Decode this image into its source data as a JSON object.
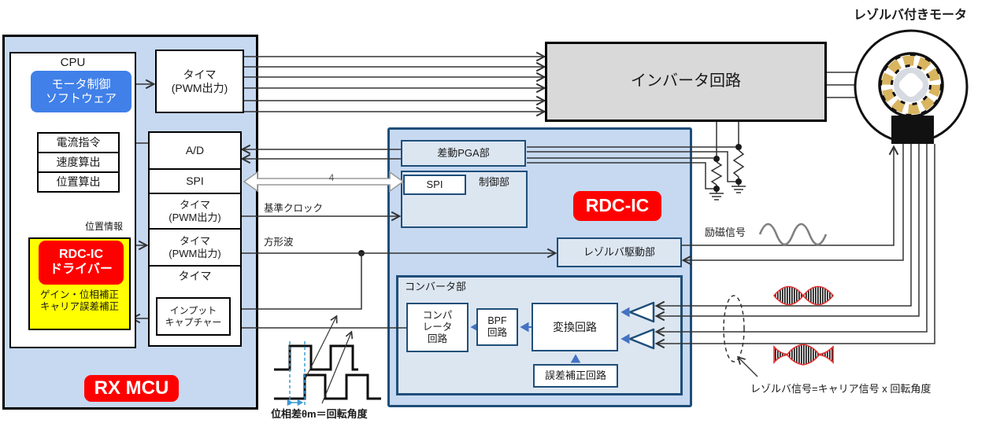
{
  "colors": {
    "region_fill": "#c6d9f1",
    "rdc_border": "#1f4e79",
    "subpanel_fill": "#dce6f1",
    "badge_red": "#ff0000",
    "driver_yellow": "#ffff00",
    "software_blue": "#4080e8",
    "inverter_gray": "#d9d9d9",
    "blue_arrow": "#4472c4",
    "gold_ring": "#d9b560",
    "dim_blue": "#3a9bd5",
    "envelope_red": "#e23333"
  },
  "mcu": {
    "badge": "RX MCU",
    "cpu": "CPU",
    "software": "モータ制御\nソフトウェア",
    "blocks": [
      "電流指令",
      "速度算出",
      "位置算出"
    ],
    "position_info": "位置情報",
    "driver_title": "RDC-IC\nドライバー",
    "driver_sub": "ゲイン・位相補正\nキャリア誤差補正",
    "timer_pwm_top": "タイマ\n(PWM出力)",
    "stack": [
      "A/D",
      "SPI",
      "タイマ\n(PWM出力)",
      "タイマ\n(PWM出力)",
      "タイマ"
    ],
    "input_capture": "インプット\nキャプチャー"
  },
  "rdc": {
    "badge": "RDC-IC",
    "pga": "差動PGA部",
    "control": "制御部",
    "spi": "SPI",
    "resolver_drive": "レゾルバ駆動部",
    "converter": "コンバータ部",
    "comparator": "コンパ\nレータ\n回路",
    "bpf": "BPF\n回路",
    "convert": "変換回路",
    "error_correction": "誤差補正回路"
  },
  "right": {
    "inverter": "インバータ回路",
    "motor": "レゾルバ付きモータ",
    "excitation": "励磁信号",
    "resolver_note": "レゾルバ信号=キャリア信号 x 回転角度"
  },
  "signals": {
    "ref_clock": "基準クロック",
    "square_wave": "方形波",
    "spi_width": "4",
    "phase_note": "位相差θm＝回転角度"
  }
}
